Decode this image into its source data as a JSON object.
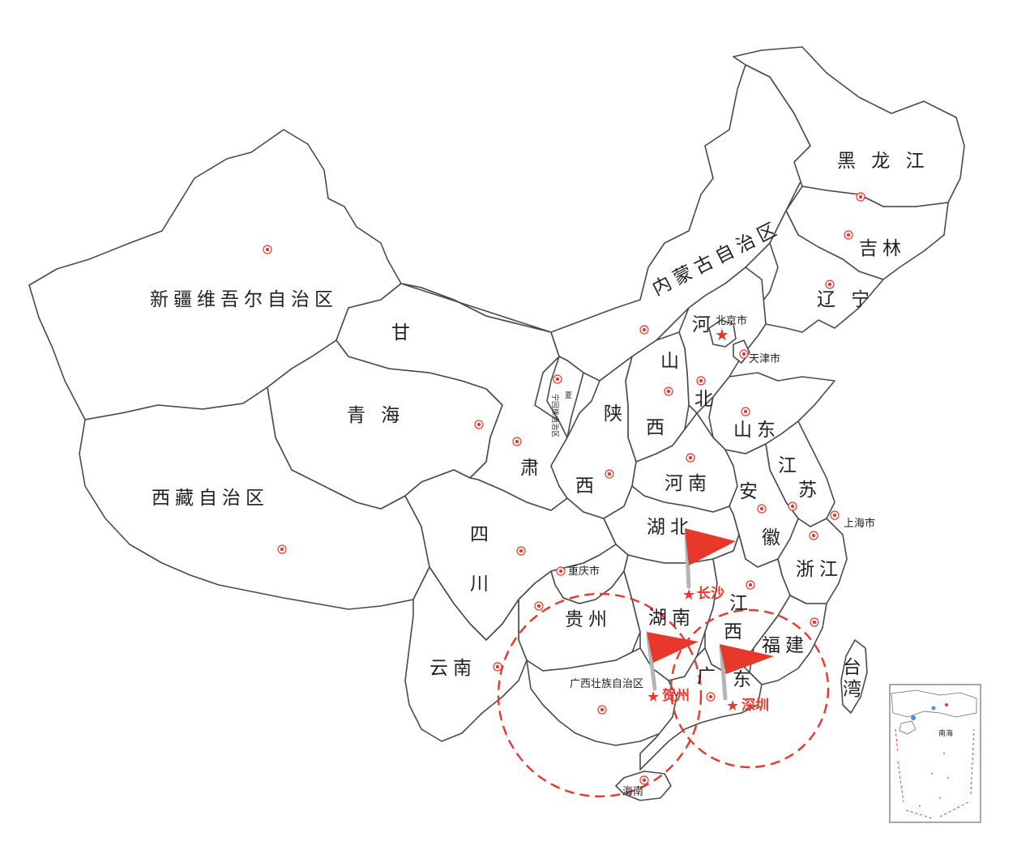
{
  "colors": {
    "accent": "#e8382b",
    "border": "#4a4a4a",
    "text": "#231f20"
  },
  "provinces": {
    "xinjiang": "新疆维吾尔自治区",
    "xizang": "西藏自治区",
    "qinghai": "青 海",
    "gansu_1": "甘",
    "gansu_2": "肃",
    "neimenggu": "内蒙古自治区",
    "heilongjiang": "黑 龙 江",
    "jilin": "吉林",
    "liaoning": "辽 宁",
    "hebei_1": "河",
    "hebei_2": "北",
    "shanxi_1": "山",
    "shanxi_2": "西",
    "shaanxi_1": "陕",
    "shaanxi_2": "西",
    "ningxia_1": "宁回族自治区",
    "ningxia_2": "夏",
    "shandong": "山东",
    "henan": "河南",
    "jiangsu_1": "江",
    "jiangsu_2": "苏",
    "anhui_1": "安",
    "anhui_2": "徽",
    "hubei": "湖北",
    "sichuan_1": "四",
    "sichuan_2": "川",
    "zhejiang": "浙江",
    "jiangxi_1": "江",
    "jiangxi_2": "西",
    "hunan": "湖南",
    "guizhou": "贵州",
    "fujian": "福建",
    "yunnan": "云南",
    "guangxi": "广西壮族自治区",
    "guangdong_1": "广",
    "guangdong_2": "东",
    "taiwan_1": "台",
    "taiwan_2": "湾",
    "hainan": "海南"
  },
  "municipalities": {
    "beijing": "北京市",
    "tianjin": "天津市",
    "shanghai": "上海市",
    "chongqing": "重庆市"
  },
  "highlighted_cities": [
    {
      "id": "changsha",
      "label": "长沙",
      "marker": "star-icon",
      "flag": true
    },
    {
      "id": "hezhou",
      "label": "贺州",
      "marker": "star-icon",
      "flag": true
    },
    {
      "id": "shenzhen",
      "label": "深圳",
      "marker": "star-icon",
      "flag": true
    }
  ],
  "inset": {
    "sea_label": "南海"
  }
}
